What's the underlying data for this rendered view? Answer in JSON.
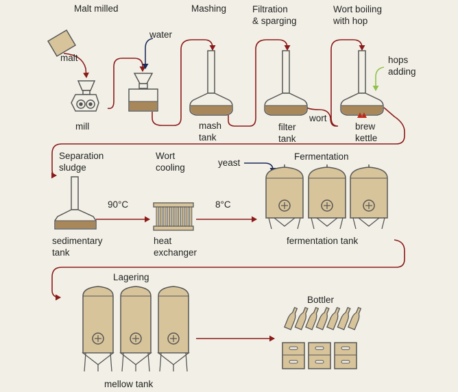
{
  "colors": {
    "background": "#f2f0e6",
    "flow": "#8b1a1a",
    "yeast_arrow": "#1a2a5a",
    "hops_arrow": "#8fc04a",
    "outline": "#555555",
    "tank_fill": "#d8c49a",
    "liquid": "#a8885a"
  },
  "stages": {
    "malt_milled": "Malt milled",
    "mashing": "Mashing",
    "filtration": "Filtration\n& sparging",
    "wort_boiling": "Wort boiling\nwith hop",
    "separation": "Separation\nsludge",
    "wort_cooling": "Wort\ncooling",
    "fermentation": "Fermentation",
    "lagering": "Lagering",
    "bottler": "Bottler"
  },
  "equipment": {
    "malt": "malt",
    "mill": "mill",
    "mash_tank": "mash\ntank",
    "filter_tank": "filter\ntank",
    "brew_kettle": "brew\nkettle",
    "sedimentary_tank": "sedimentary\ntank",
    "heat_exchanger": "heat\nexchanger",
    "fermentation_tank": "fermentation tank",
    "mellow_tank": "mellow tank"
  },
  "inputs": {
    "water": "water",
    "hops": "hops\nadding",
    "yeast": "yeast",
    "wort": "wort"
  },
  "temperatures": {
    "hot": "90°C",
    "cold": "8°C"
  },
  "icons": {
    "malt": "malt-bag-icon",
    "mill": "grain-mill-icon",
    "hopper": "water-hopper-icon",
    "conical_tank": "conical-vessel-icon",
    "heat_exchanger": "heat-exchanger-icon",
    "fermenter": "fermentation-tank-icon",
    "mellow": "mellow-tank-icon",
    "bottle": "bottle-icon",
    "crate": "crate-icon"
  }
}
